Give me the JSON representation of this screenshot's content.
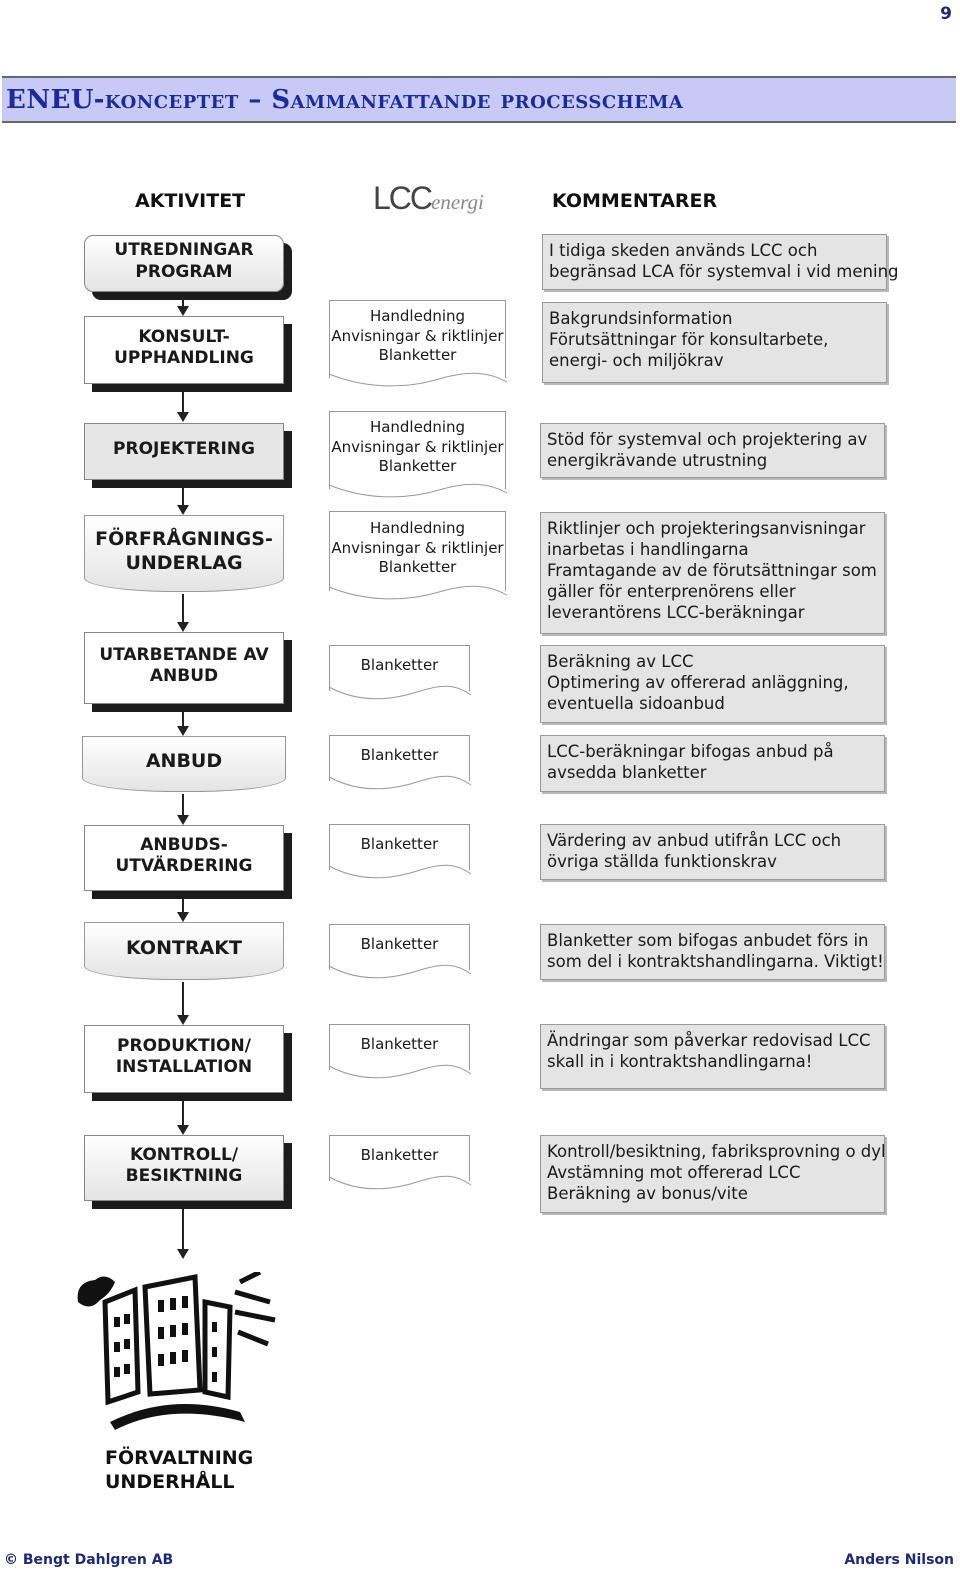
{
  "page_number": "9",
  "header": {
    "title": "ENEU-konceptet – Sammanfattande processchema"
  },
  "columns": {
    "activity": "AKTIVITET",
    "logo_lcc": "LCC",
    "logo_energi": "energi",
    "comments": "KOMMENTARER"
  },
  "steps": [
    {
      "activity": "UTREDNINGAR\nPROGRAM",
      "docs": [],
      "comment": [
        "I tidiga skeden används LCC och",
        "begränsad LCA för systemval i vid mening"
      ]
    },
    {
      "activity": "KONSULT-\nUPPHANDLING",
      "docs": [
        "Handledning",
        "Anvisningar & riktlinjer",
        "Blanketter"
      ],
      "comment": [
        "Bakgrundsinformation",
        "Förutsättningar för konsultarbete,",
        "energi- och miljökrav"
      ]
    },
    {
      "activity": "PROJEKTERING",
      "docs": [
        "Handledning",
        "Anvisningar & riktlinjer",
        "Blanketter"
      ],
      "comment": [
        "Stöd för systemval och projektering av",
        "energikrävande utrustning"
      ]
    },
    {
      "activity": "FÖRFRÅGNINGS-\nUNDERLAG",
      "docs": [
        "Handledning",
        "Anvisningar & riktlinjer",
        "Blanketter"
      ],
      "comment": [
        "Riktlinjer och projekteringsanvisningar",
        "inarbetas i handlingarna",
        "Framtagande av de förutsättningar som",
        "gäller för enterprenörens eller",
        "leverantörens LCC-beräkningar"
      ]
    },
    {
      "activity": "UTARBETANDE AV\nANBUD",
      "docs": [
        "Blanketter"
      ],
      "comment": [
        "Beräkning av LCC",
        "Optimering av offererad anläggning,",
        "eventuella sidoanbud"
      ]
    },
    {
      "activity": "ANBUD",
      "docs": [
        "Blanketter"
      ],
      "comment": [
        "LCC-beräkningar bifogas anbud på",
        "avsedda blanketter"
      ]
    },
    {
      "activity": "ANBUDS-\nUTVÄRDERING",
      "docs": [
        "Blanketter"
      ],
      "comment": [
        "Värdering av anbud utifrån LCC och",
        "övriga ställda funktionskrav"
      ]
    },
    {
      "activity": "KONTRAKT",
      "docs": [
        "Blanketter"
      ],
      "comment": [
        "Blanketter som bifogas anbudet förs in",
        "som del i kontraktshandlingarna. Viktigt!"
      ]
    },
    {
      "activity": "PRODUKTION/\nINSTALLATION",
      "docs": [
        "Blanketter"
      ],
      "comment": [
        "Ändringar som påverkar redovisad LCC",
        "skall in i kontraktshandlingarna!"
      ]
    },
    {
      "activity": "KONTROLL/\nBESIKTNING",
      "docs": [
        "Blanketter"
      ],
      "comment": [
        "Kontroll/besiktning, fabriksprovning o dyl",
        "Avstämning mot offererad LCC",
        "Beräkning av bonus/vite"
      ]
    }
  ],
  "final_step": [
    "FÖRVALTNING",
    "UNDERHÅLL"
  ],
  "footer": {
    "left": "© Bengt Dahlgren AB",
    "right": "Anders Nilson"
  },
  "colors": {
    "banner_bg": "#c9c9f5",
    "banner_text": "#1a2c9c",
    "comment_bg": "#e4e4e4",
    "shadow": "#1c1c1c"
  }
}
